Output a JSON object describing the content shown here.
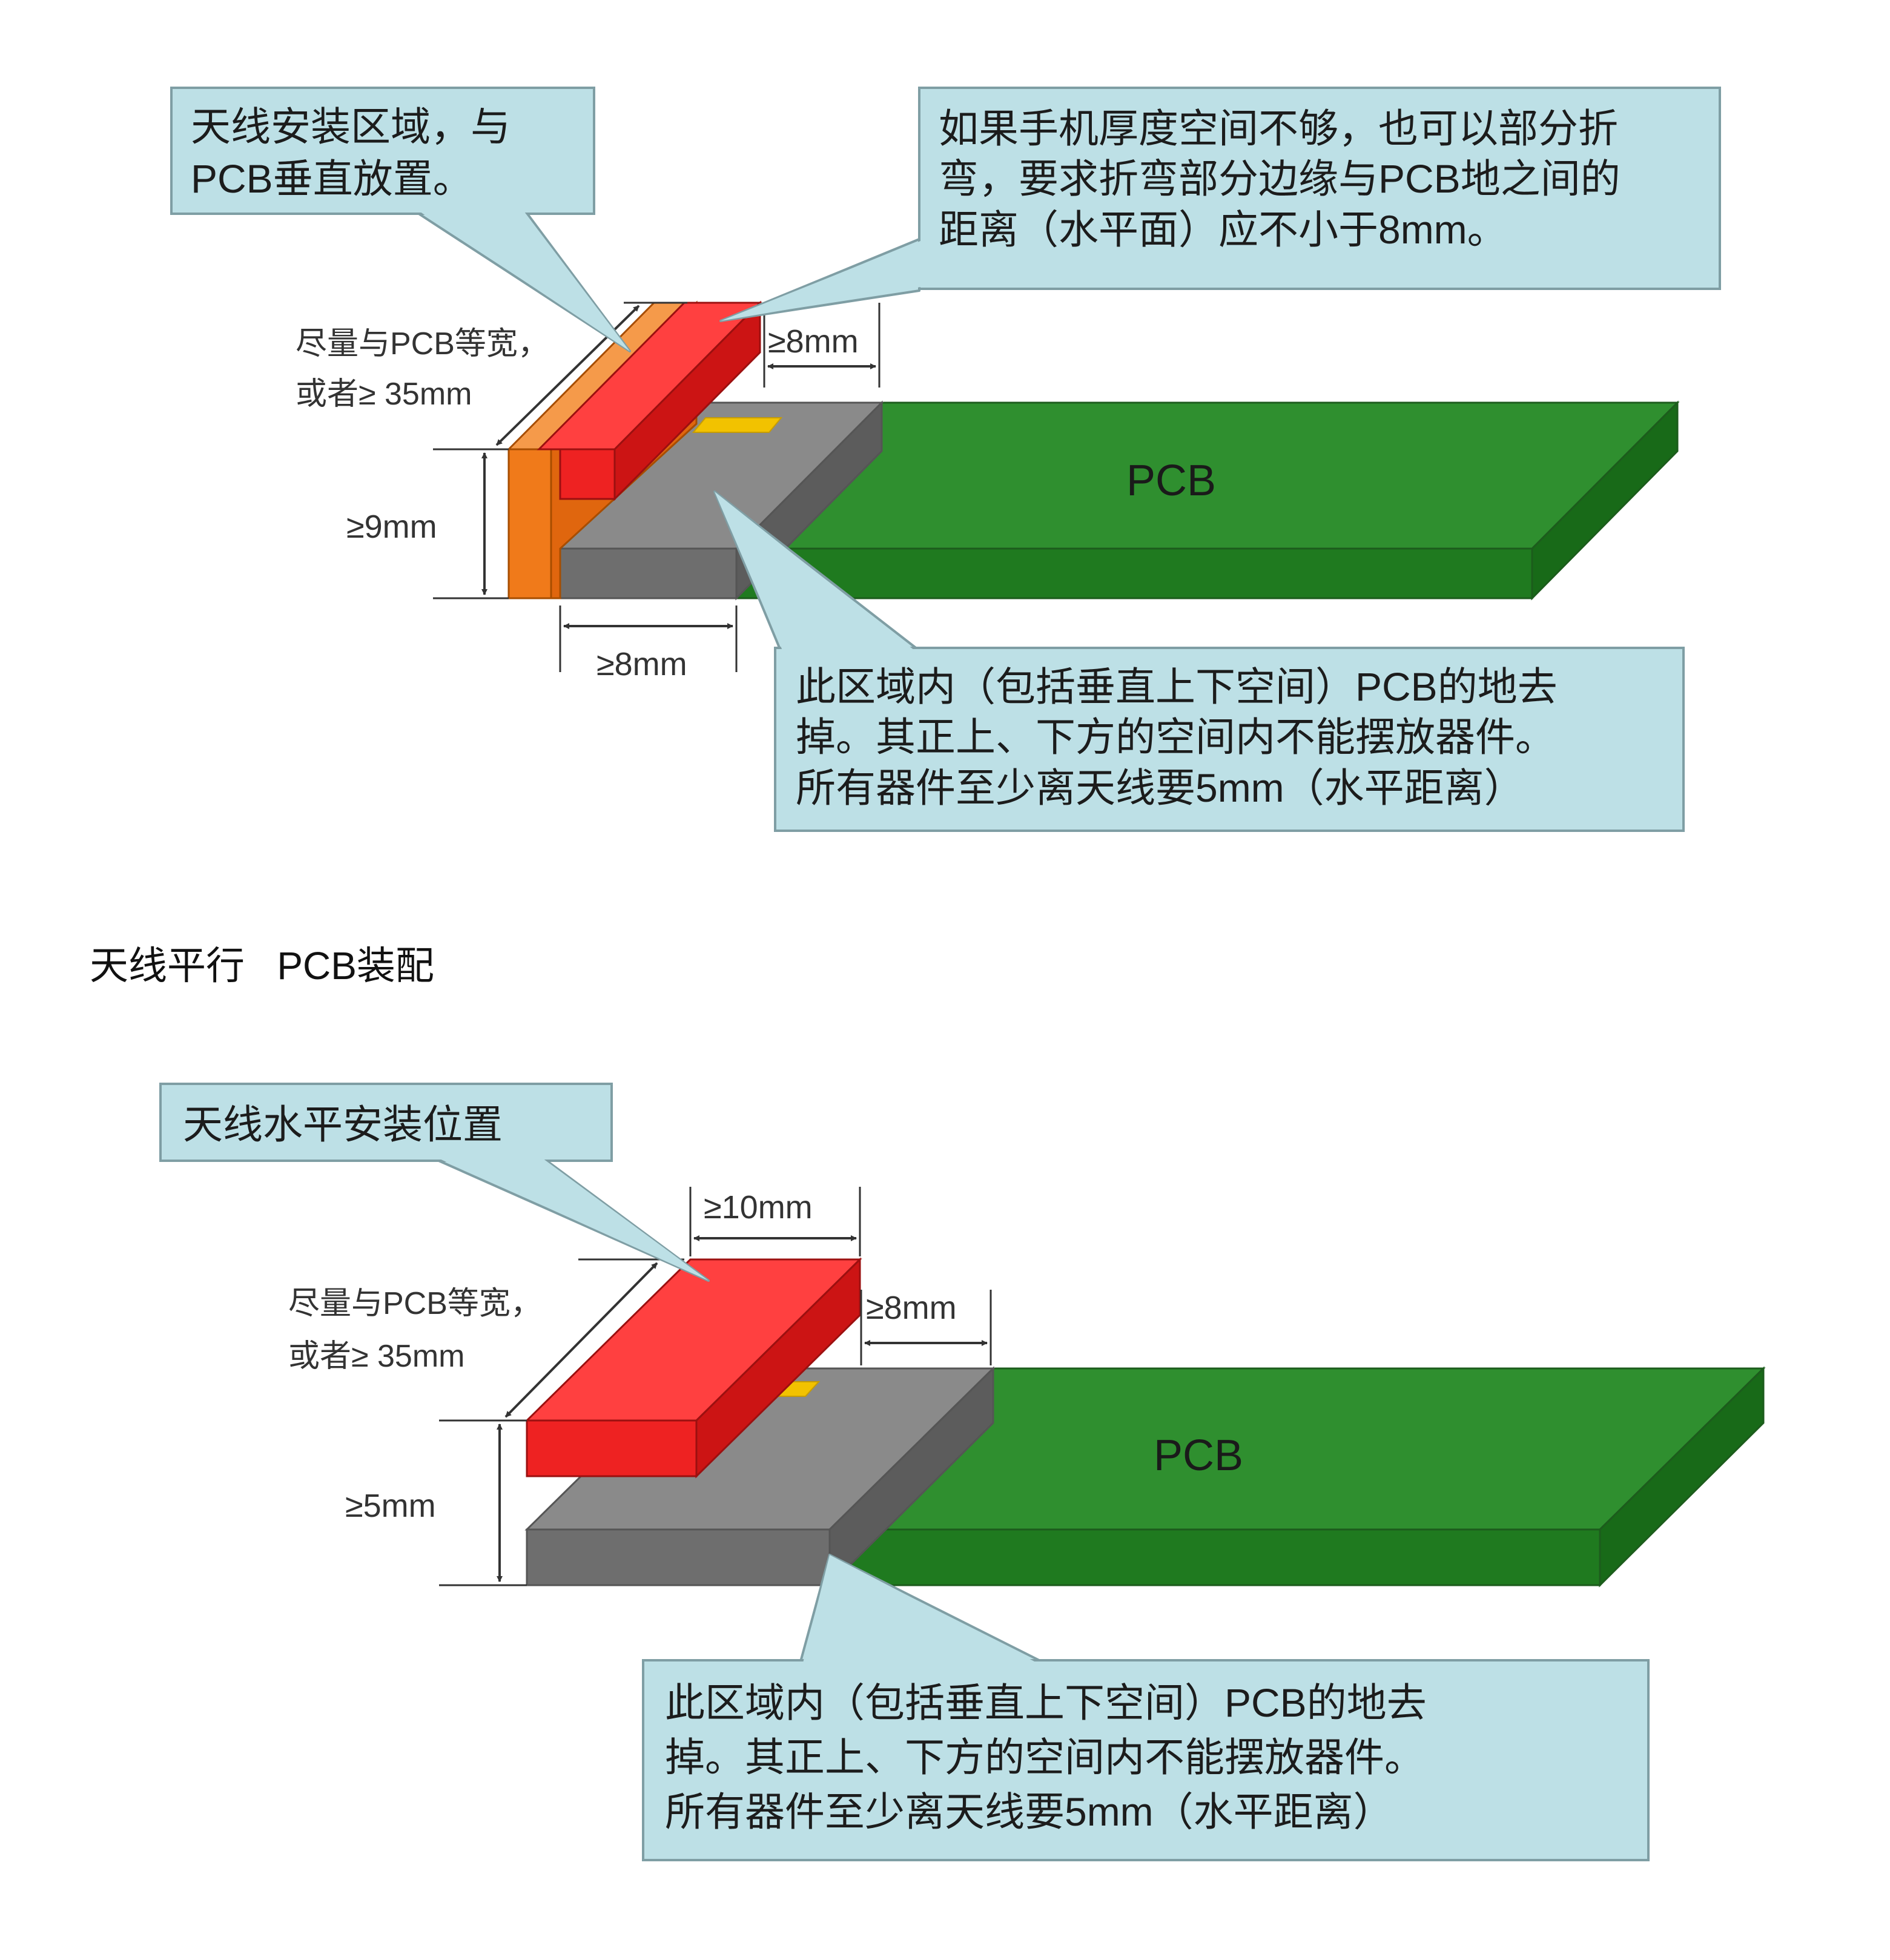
{
  "figure1": {
    "callout_vertical_mount": [
      "天线安装区域，与",
      "PCB垂直放置。"
    ],
    "callout_bend": [
      "如果手机厚度空间不够，也可以部分折",
      "弯，要求折弯部分边缘与PCB地之间的",
      "距离（水平面）应不小于8mm。"
    ],
    "width_note": [
      "尽量与PCB等宽，",
      "或者≥ 35mm"
    ],
    "dim_gap_right": "≥8mm",
    "dim_height": "≥9mm",
    "dim_clearance_bottom": "≥8mm",
    "pcb_label": "PCB",
    "callout_ground_removed": [
      "此区域内（包括垂直上下空间）PCB的地去",
      "掉。其正上、下方的空间内不能摆放器件。",
      "所有器件至少离天线要5mm（水平距离）"
    ]
  },
  "section_title": "天线平行   PCB装配",
  "figure2": {
    "callout_horizontal_mount": "天线水平安装位置",
    "dim_antenna_depth": "≥10mm",
    "width_note": [
      "尽量与PCB等宽，",
      "或者≥ 35mm"
    ],
    "dim_gap_right": "≥8mm",
    "dim_height": "≥5mm",
    "pcb_label": "PCB",
    "callout_ground_removed": [
      "此区域内（包括垂直上下空间）PCB的地去",
      "掉。其正上、下方的空间内不能摆放器件。",
      "所有器件至少离天线要5mm（水平距离）"
    ]
  },
  "colors": {
    "callout_fill": "#bde0e6",
    "pcb_top": "#2f8f2f",
    "pcb_front": "#1f7a1f",
    "clearance_top": "#8a8a8a",
    "clearance_front": "#6e6e6e",
    "antenna_red": "#ee2222",
    "antenna_orange": "#f07a1a",
    "feed_pad": "#f2c200"
  }
}
